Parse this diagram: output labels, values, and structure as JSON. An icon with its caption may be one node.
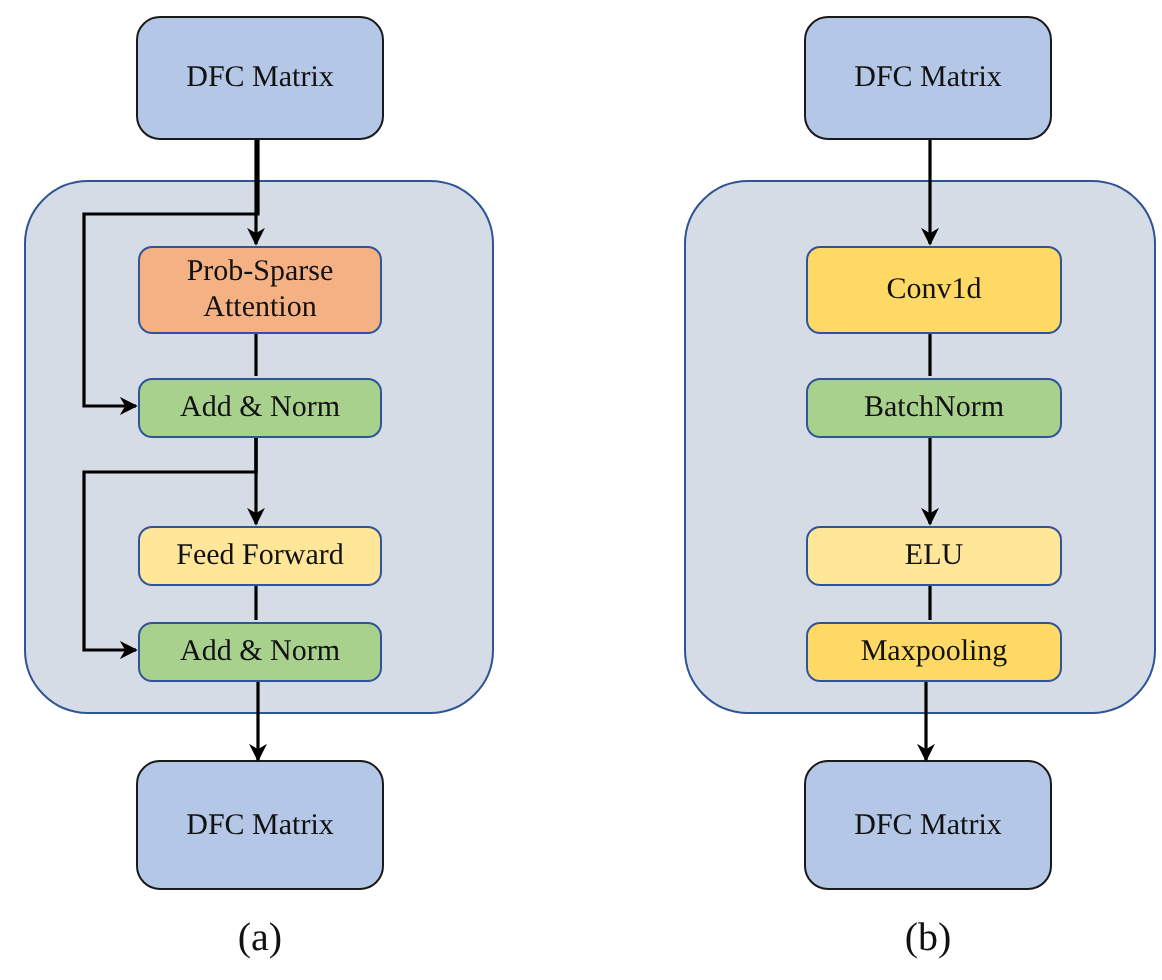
{
  "diagram": {
    "nodes": [
      {
        "text": [
          "DFC Matrix"
        ]
      },
      {
        "text": [],
        "shape": "box"
      },
      {
        "text": [
          "Prob-Sparse Attention"
        ],
        "in": 1
      },
      {
        "text": [
          "Add & Norm"
        ],
        "in": 1
      },
      {
        "text": [
          "Feed Forward"
        ],
        "in": 1
      },
      {
        "text": [
          "Add & Norm"
        ],
        "in": 1
      },
      {
        "text": [
          "DFC Matrix"
        ]
      },
      {
        "text": [
          "DFC Matrix"
        ]
      },
      {
        "text": [],
        "shape": "box"
      },
      {
        "text": [
          "Conv1d"
        ],
        "in": 8
      },
      {
        "text": [
          "BatchNorm"
        ],
        "in": 8
      },
      {
        "text": [
          "ELU"
        ],
        "in": 8
      },
      {
        "text": [
          "Maxpooling"
        ],
        "in": 8
      },
      {
        "text": [
          "DFC Matrix"
        ]
      }
    ],
    "edges": [
      {
        "from": 0,
        "to": 2,
        "arrow": "to"
      },
      {
        "from": 0,
        "to": 3,
        "arrow": "to"
      },
      {
        "from": 2,
        "to": 3,
        "arrow": "none"
      },
      {
        "from": 3,
        "to": 4,
        "arrow": "to"
      },
      {
        "from": 3,
        "to": 5,
        "arrow": "to"
      },
      {
        "from": 4,
        "to": 5,
        "arrow": "none"
      },
      {
        "from": 5,
        "to": 6,
        "arrow": "to"
      },
      {
        "from": 7,
        "to": 9,
        "arrow": "to"
      },
      {
        "from": 9,
        "to": 10,
        "arrow": "none"
      },
      {
        "from": 10,
        "to": 11,
        "arrow": "to"
      },
      {
        "from": 11,
        "to": 12,
        "arrow": "none"
      },
      {
        "from": 12,
        "to": 13,
        "arrow": "to"
      }
    ],
    "labels": [
      "(a)",
      "(b)"
    ]
  }
}
